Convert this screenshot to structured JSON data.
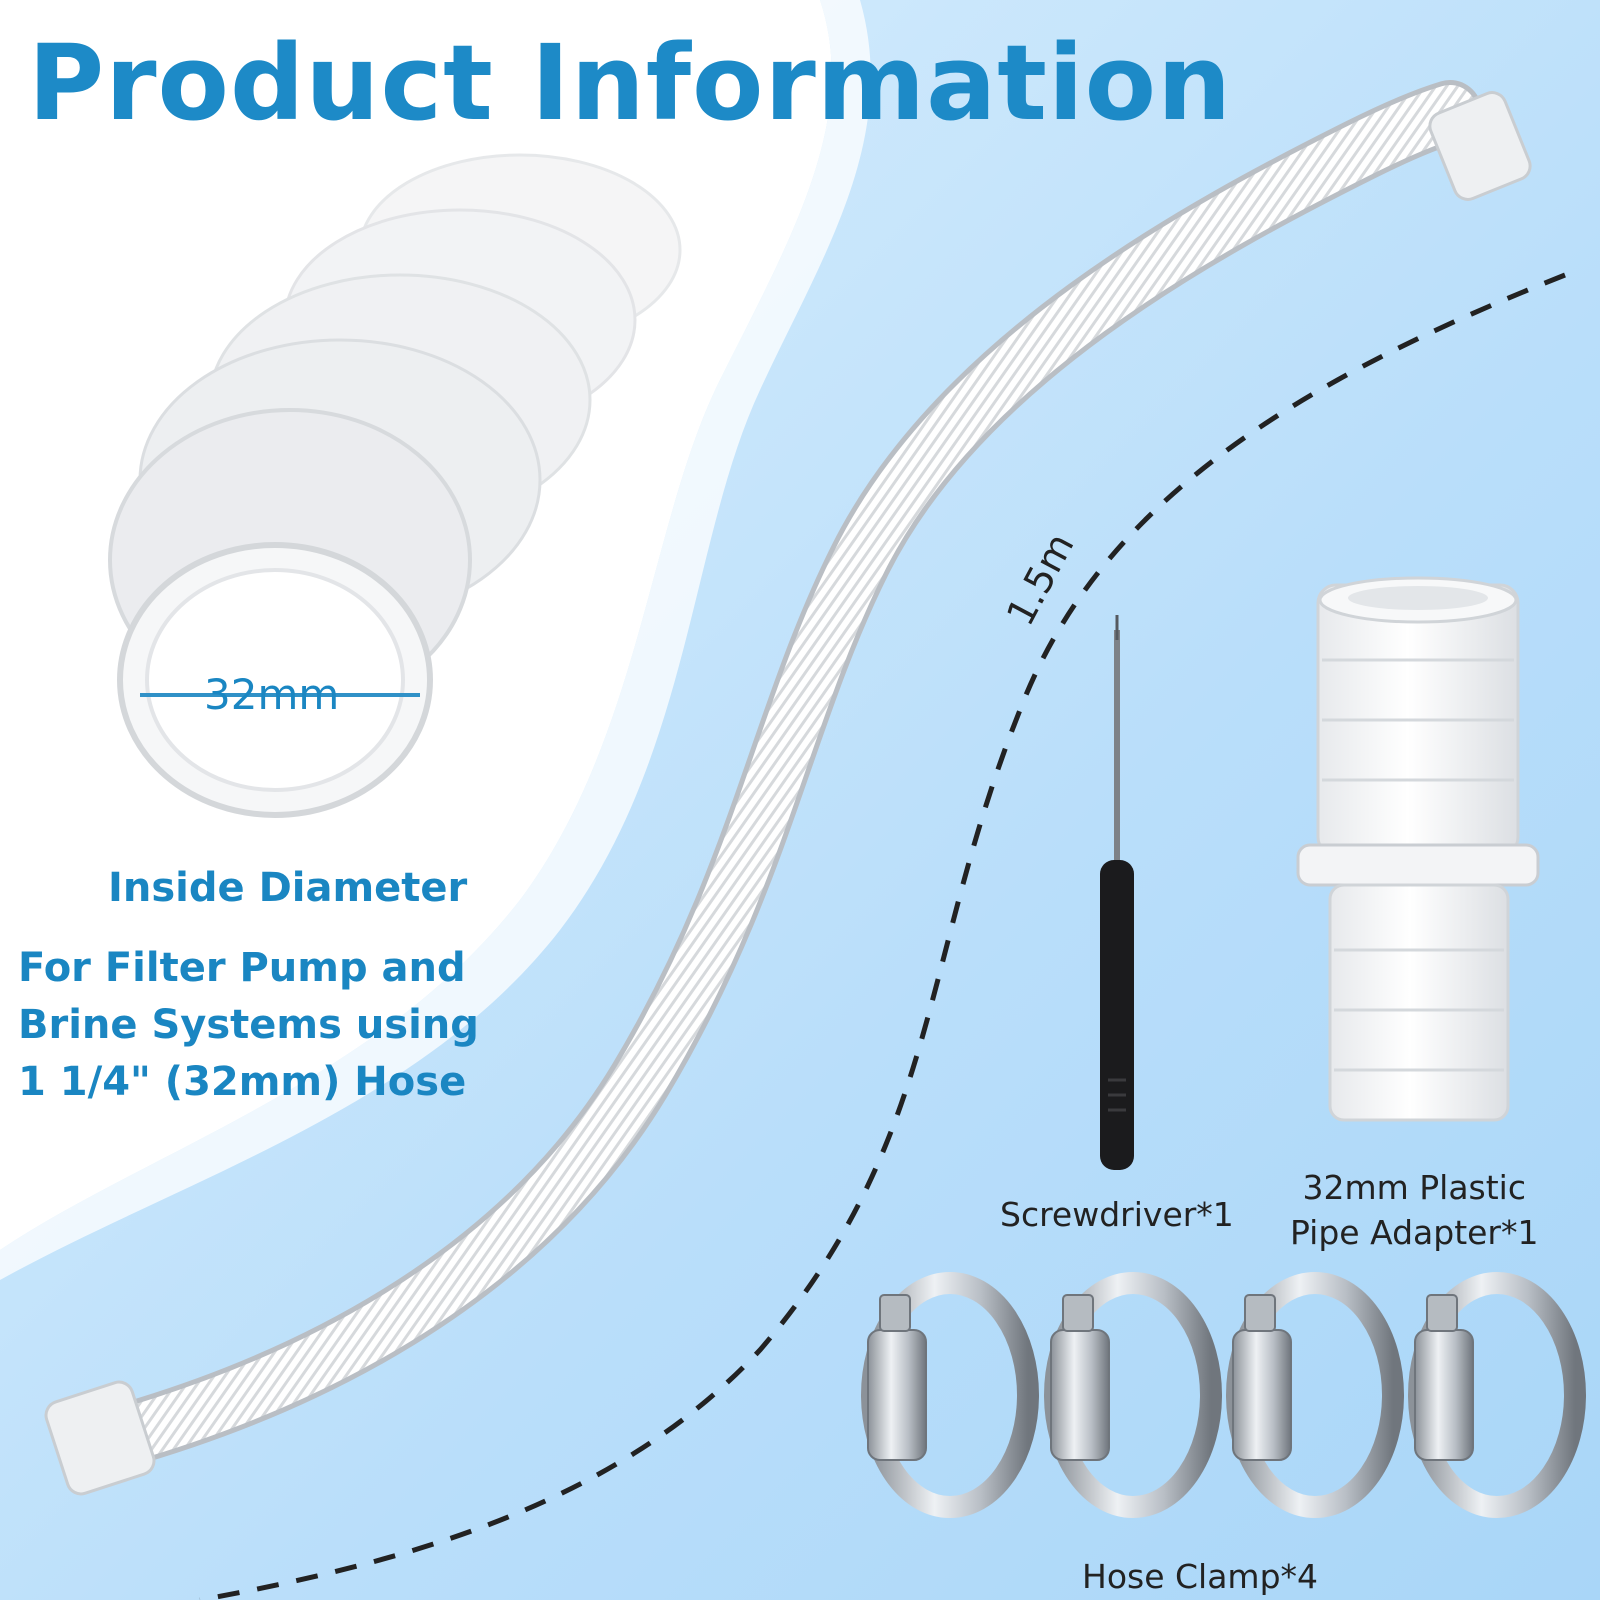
{
  "title": "Product Information",
  "hose": {
    "diameter_label": "32mm",
    "length_label": "1.5m",
    "inside_label": "Inside Diameter",
    "description_lines": [
      "For Filter Pump and",
      "Brine Systems using",
      "1 1/4\" (32mm) Hose"
    ]
  },
  "accessories": {
    "screwdriver_label": "Screwdriver*1",
    "adapter_lines": [
      "32mm Plastic",
      "Pipe Adapter*1"
    ],
    "clamp_label": "Hose Clamp*4"
  },
  "colors": {
    "accent_blue": "#1d8ac7",
    "background_blue": "#bfe1fb",
    "text_dark": "#222222"
  }
}
